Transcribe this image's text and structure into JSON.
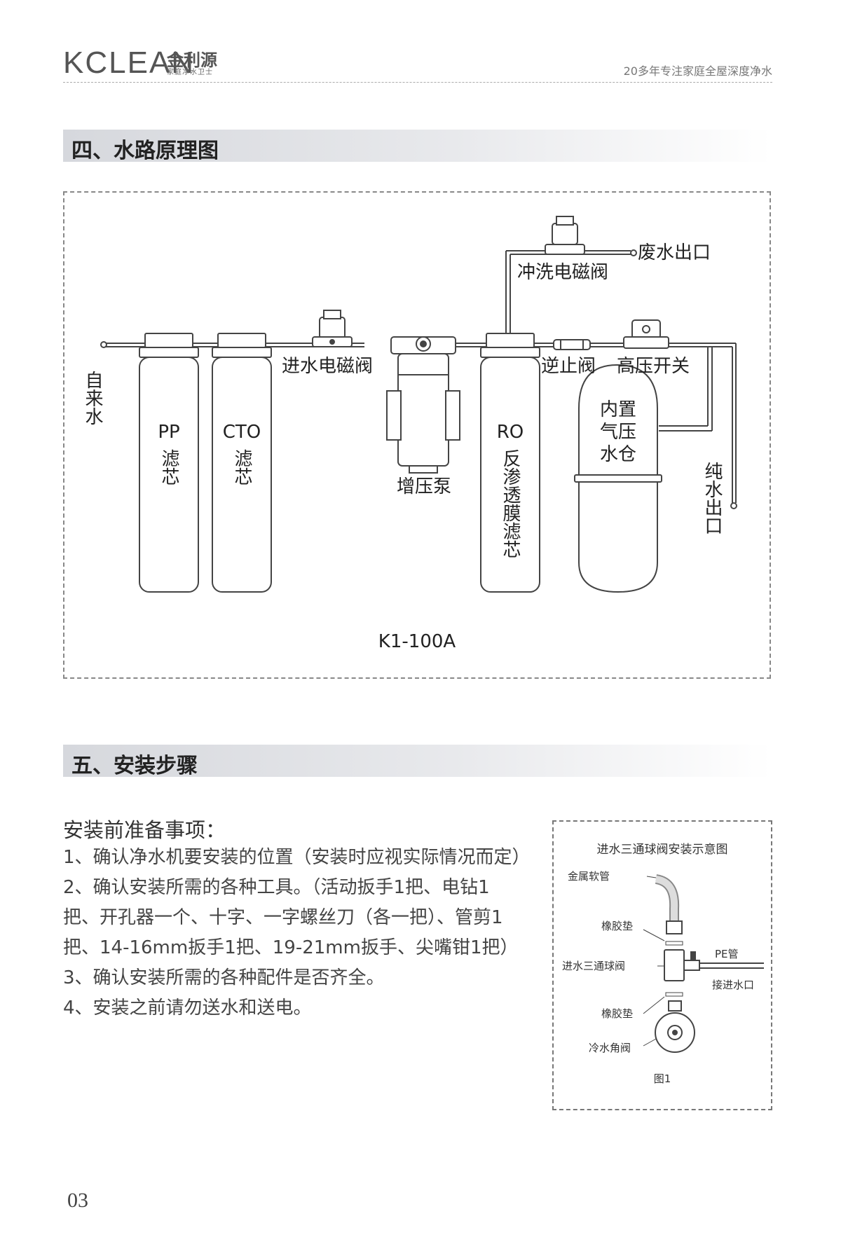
{
  "header": {
    "logo_text": "KCLEAN",
    "logo_cn": "金利源",
    "logo_sub": "家庭净水卫士",
    "slogan": "20多年专注家庭全屋深度净水"
  },
  "section4": {
    "title": "四、水路原理图",
    "diagram": {
      "inlet": "自来水",
      "pp_label": "PP",
      "pp_sub": "滤芯",
      "cto_label": "CTO",
      "cto_sub": "滤芯",
      "inlet_valve": "进水电磁阀",
      "pump": "增压泵",
      "ro_label": "RO",
      "ro_sub": "反渗透膜滤芯",
      "flush_valve": "冲洗电磁阀",
      "waste_outlet": "废水出口",
      "check_valve": "逆止阀",
      "pressure_switch": "高压开关",
      "tank": "内置气压水仓",
      "pure_outlet": "纯水出口",
      "model": "K1-100A"
    }
  },
  "section5": {
    "title": "五、安装步骤",
    "prep_title": "安装前准备事项：",
    "prep_items": [
      "1、确认净水机要安装的位置（安装时应视实际情况而定）",
      "2、确认安装所需的各种工具。（活动扳手1把、电钻1把、开孔器一个、十字、一字螺丝刀（各一把）、管剪1把、14-16mm扳手1把、19-21mm扳手、尖嘴钳1把）",
      "3、确认安装所需的各种配件是否齐全。",
      "4、安装之前请勿送水和送电。"
    ],
    "figure": {
      "title": "进水三通球阀安装示意图",
      "metal_hose": "金属软管",
      "gasket_top": "橡胶垫",
      "ball_valve": "进水三通球阀",
      "pe_pipe": "PE管",
      "to_inlet": "接进水口",
      "gasket_bottom": "橡胶垫",
      "angle_valve": "冷水角阀",
      "caption": "图1"
    }
  },
  "page_number": "03"
}
